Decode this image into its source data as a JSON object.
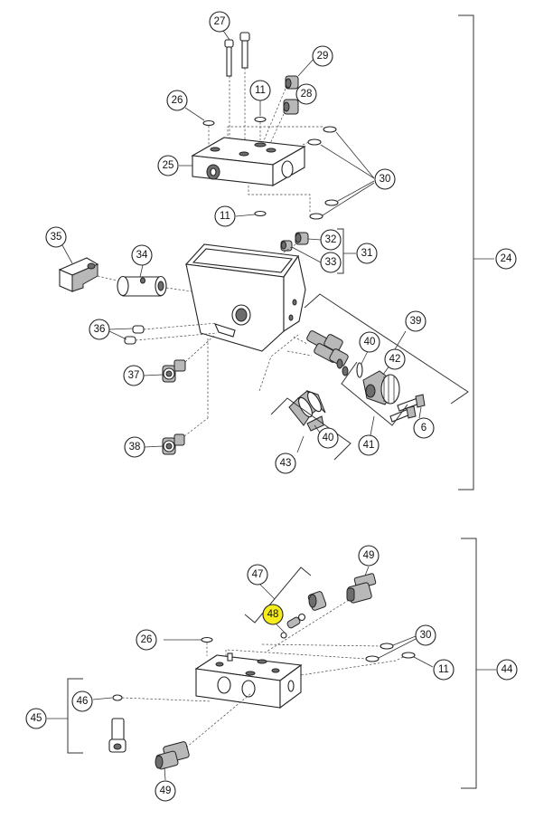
{
  "highlight_color": "#f6ec1c",
  "callouts": {
    "c27": "27",
    "c29": "29",
    "c11_top": "11",
    "c28": "28",
    "c26_top": "26",
    "c25": "25",
    "c30_top": "30",
    "c11_mid": "11",
    "c35": "35",
    "c34": "34",
    "c32": "32",
    "c33": "33",
    "c31": "31",
    "c24": "24",
    "c36": "36",
    "c39": "39",
    "c40_a": "40",
    "c42": "42",
    "c37": "37",
    "c6": "6",
    "c40_b": "40",
    "c41": "41",
    "c38": "38",
    "c43": "43",
    "c49_top": "49",
    "c47": "47",
    "c48": "48",
    "c26_bot": "26",
    "c30_bot": "30",
    "c11_bot": "11",
    "c44": "44",
    "c46": "46",
    "c45": "45",
    "c49_bot": "49"
  },
  "highlighted_callout": "48"
}
